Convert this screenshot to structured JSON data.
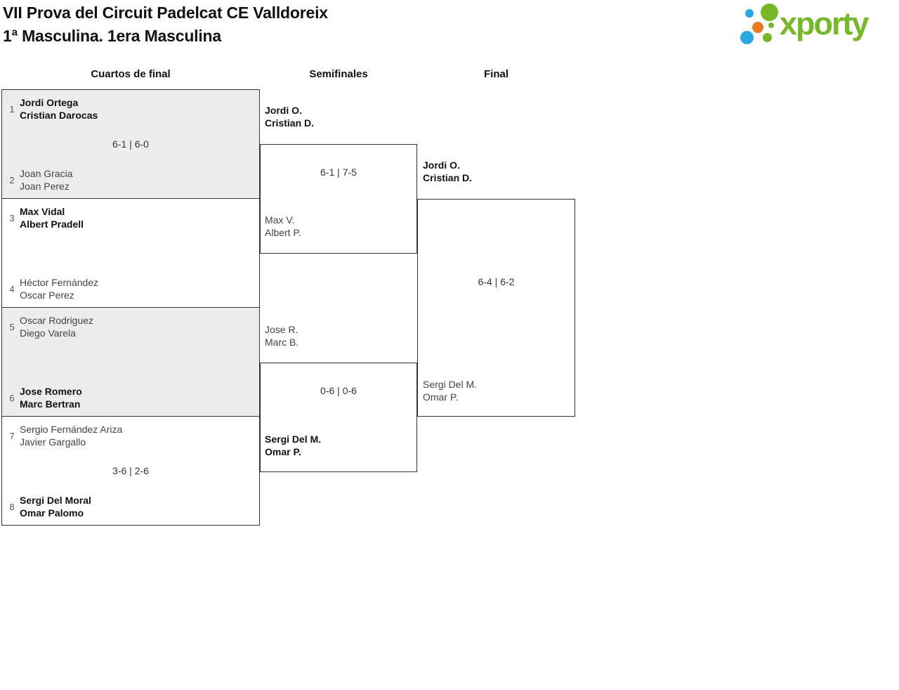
{
  "title": {
    "line1": "VII Prova del Circuit Padelcat CE Valldoreix",
    "line2": "1ª Masculina. 1era Masculina"
  },
  "logo": {
    "text": "xporty"
  },
  "columns": {
    "quarterfinals": "Cuartos de final",
    "semifinals": "Semifinales",
    "final": "Final"
  },
  "colors": {
    "logo_green": "#76b82a",
    "logo_blue": "#29a9e1",
    "logo_orange": "#e8791d",
    "box_alt_background": "#ededed",
    "border": "#333333",
    "winner_text": "#111111",
    "loser_text": "#444444"
  },
  "quarterfinals": [
    {
      "seed1": "1",
      "team1": [
        "Jordi Ortega",
        "Cristian Darocas"
      ],
      "score": "6-1 | 6-0",
      "seed2": "2",
      "team2": [
        "Joan Gracia",
        "Joan Perez"
      ],
      "winner": "team1"
    },
    {
      "seed1": "3",
      "team1": [
        "Max Vidal",
        "Albert Pradell"
      ],
      "score": "",
      "seed2": "4",
      "team2": [
        "Héctor Fernández",
        "Oscar Perez"
      ],
      "winner": "team1"
    },
    {
      "seed1": "5",
      "team1": [
        "Oscar Rodriguez",
        "Diego Varela"
      ],
      "score": "",
      "seed2": "6",
      "team2": [
        "Jose Romero",
        "Marc Bertran"
      ],
      "winner": "team2"
    },
    {
      "seed1": "7",
      "team1": [
        "Sergio Fernández Ariza",
        "Javier Gargallo"
      ],
      "score": "3-6 | 2-6",
      "seed2": "8",
      "team2": [
        "Sergi Del Moral",
        "Omar Palomo"
      ],
      "winner": "team2"
    }
  ],
  "semifinals": [
    {
      "team1": [
        "Jordi O.",
        "Cristian D."
      ],
      "score": "6-1 | 7-5",
      "team2": [
        "Max V.",
        "Albert P."
      ],
      "winner": "team1"
    },
    {
      "team1": [
        "Jose R.",
        "Marc B."
      ],
      "score": "0-6 | 0-6",
      "team2": [
        "Sergi Del M.",
        "Omar P."
      ],
      "winner": "team2"
    }
  ],
  "final": {
    "team1": [
      "Jordi O.",
      "Cristian D."
    ],
    "score": "6-4 | 6-2",
    "team2": [
      "Sergi Del M.",
      "Omar P."
    ],
    "winner": "team1"
  }
}
